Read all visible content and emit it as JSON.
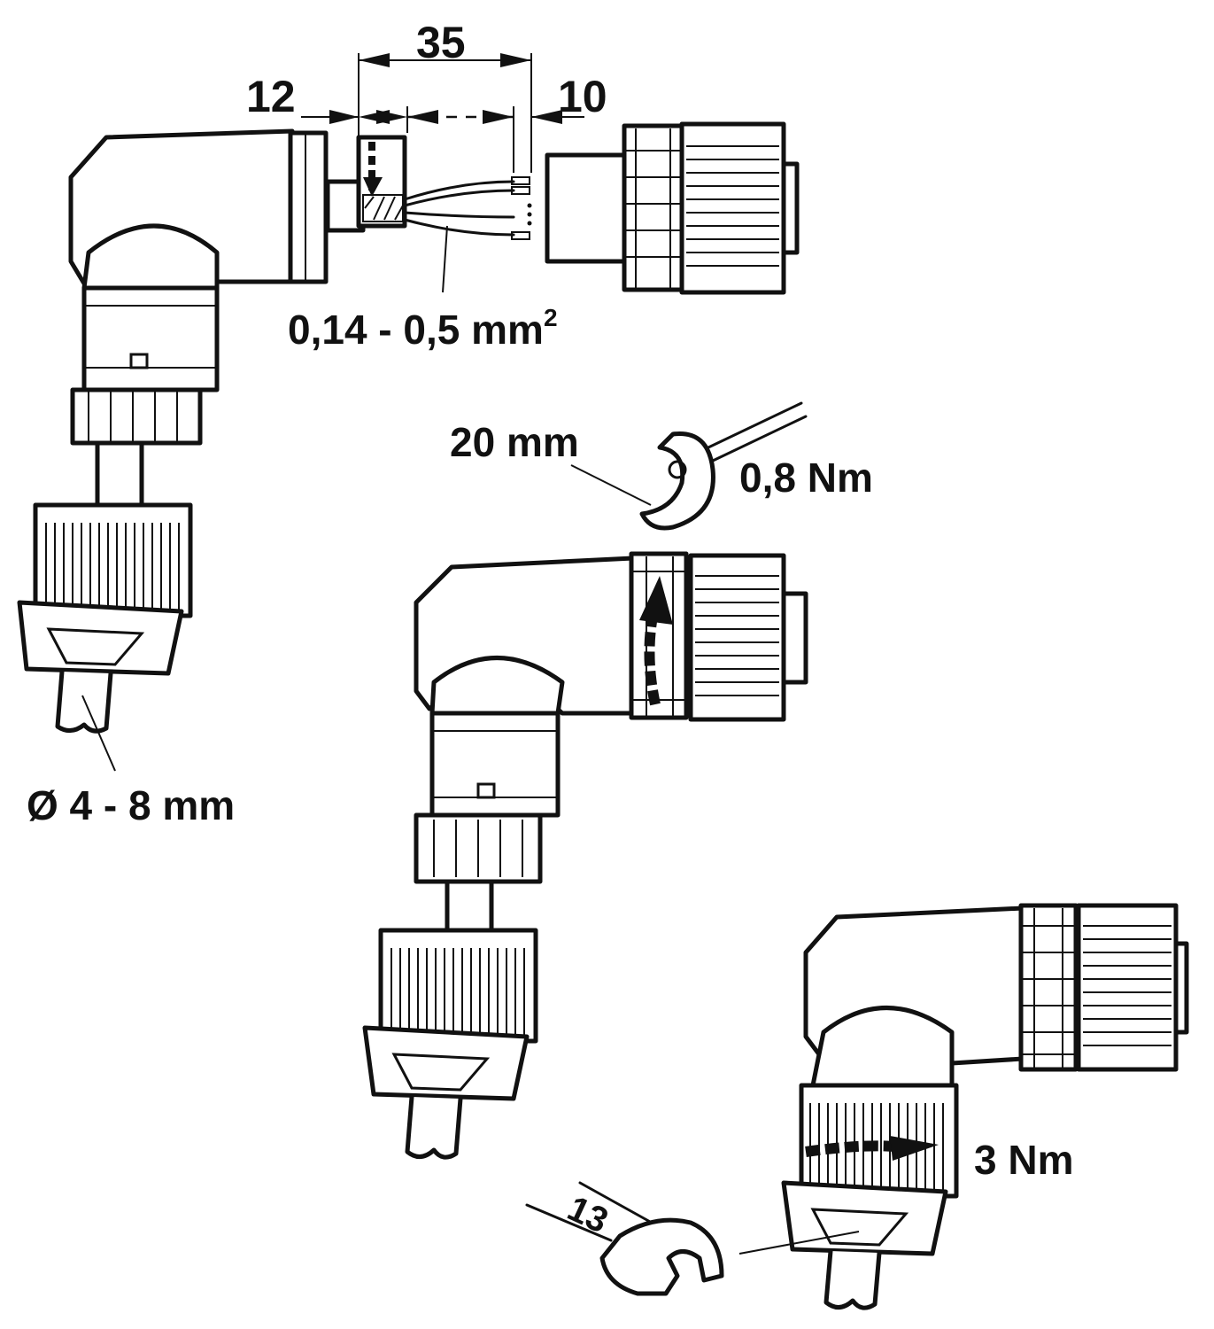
{
  "dimensions": {
    "strip_total": "35",
    "strip_jacket": "12",
    "strip_conductor": "10"
  },
  "labels": {
    "wire_cross_section": "0,14 - 0,5 mm",
    "wire_cross_section_sup": "2",
    "cable_diameter": "Ø 4 - 8 mm",
    "hex_key_size": "20 mm",
    "torque_insert": "0,8 Nm",
    "torque_cable_gland": "3 Nm",
    "wrench_size": "13"
  },
  "colors": {
    "line": "#111111",
    "background": "#ffffff"
  },
  "icons": [
    "curved-arrow-icon",
    "wrench-icon",
    "hook-key-icon"
  ]
}
